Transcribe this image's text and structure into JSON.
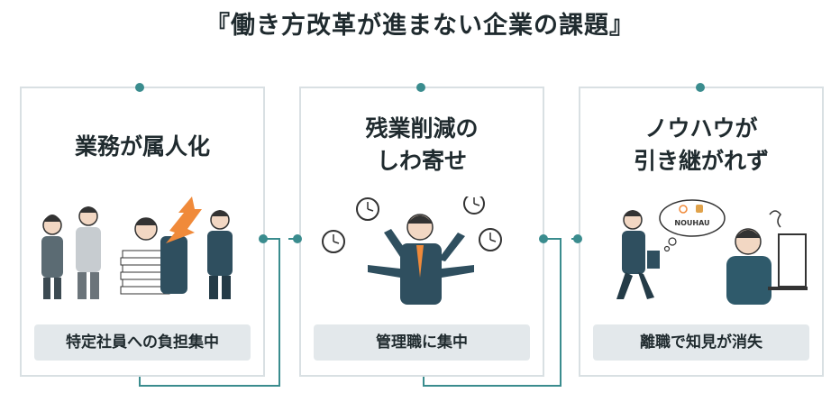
{
  "title": "『働き方改革が進まない企業の課題』",
  "panels": [
    {
      "title_line1": "業務が属人化",
      "title_line2": "",
      "label": "特定社員への負担集中"
    },
    {
      "title_line1": "残業削減の",
      "title_line2": "しわ寄せ",
      "label": "管理職に集中"
    },
    {
      "title_line1": "ノウハウが",
      "title_line2": "引き継がれず",
      "label": "離職で知見が消失"
    }
  ],
  "bubble_text": "NOUHAU",
  "colors": {
    "accent": "#3a8c8e",
    "arrow": "#f08a3a",
    "suit": "#2f4f5f",
    "border": "#d9e0e3"
  }
}
